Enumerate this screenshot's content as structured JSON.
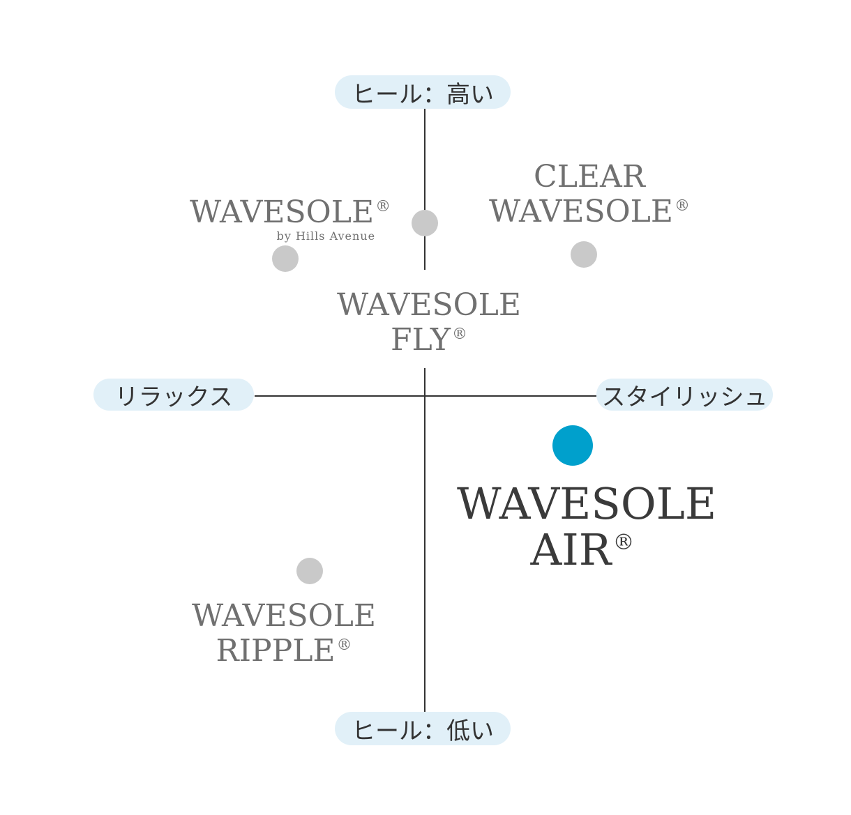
{
  "axes": {
    "top": "ヒール：高い",
    "bottom": "ヒール：低い",
    "left": "リラックス",
    "right": "スタイリッシュ"
  },
  "products": [
    {
      "line1": "WAVESOLE",
      "line2": "",
      "reg": "®",
      "subline": "by Hills Avenue",
      "highlight": false
    },
    {
      "line1": "CLEAR",
      "line2": "WAVESOLE",
      "reg": "®",
      "subline": "",
      "highlight": false
    },
    {
      "line1": "WAVESOLE",
      "line2": "FLY",
      "reg": "®",
      "subline": "",
      "highlight": false
    },
    {
      "line1": "WAVESOLE",
      "line2": "AIR",
      "reg": "®",
      "subline": "",
      "highlight": true
    },
    {
      "line1": "WAVESOLE",
      "line2": "RIPPLE",
      "reg": "®",
      "subline": "",
      "highlight": false
    }
  ],
  "colors": {
    "highlight_dot": "#00a0cc",
    "other_dot": "#c9c9c9",
    "pill_bg": "#e1f0f8"
  }
}
